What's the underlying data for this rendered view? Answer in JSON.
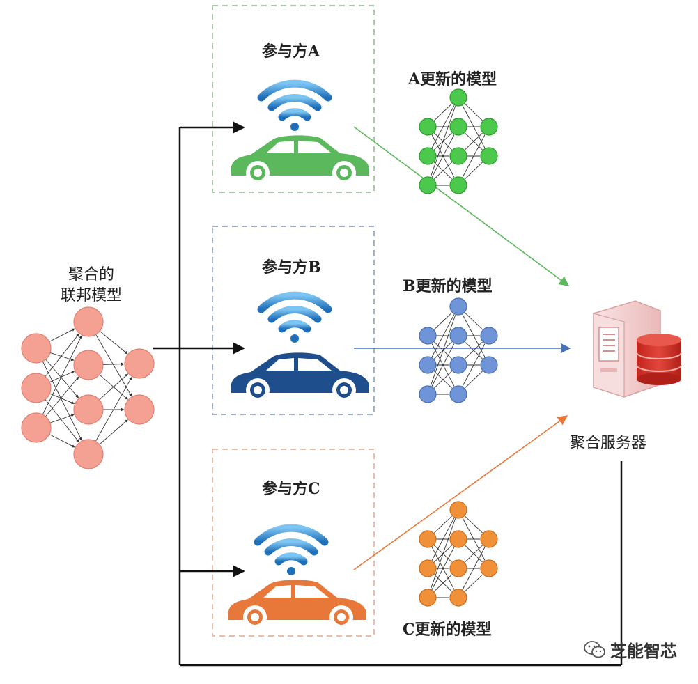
{
  "labels": {
    "participant_a": "参与方A",
    "participant_b": "参与方B",
    "participant_c": "参与方C",
    "model_a": "A更新的模型",
    "model_b": "B更新的模型",
    "model_c": "C更新的模型",
    "global_model_line1": "聚合的",
    "global_model_line2": "联邦模型",
    "server": "聚合服务器"
  },
  "watermark": {
    "text": "芝能智芯",
    "icon": "wechat-icon"
  },
  "colors": {
    "car_a": "#5cb85c",
    "car_b": "#1f4e8c",
    "car_c": "#e8783a",
    "wifi": "#2b8fd6",
    "nn_red": "#f4a193",
    "nn_green": "#4cc94c",
    "nn_blue": "#6f95d8",
    "nn_orange": "#f0913a",
    "arrow_a": "#5cb85c",
    "arrow_b": "#4a73b8",
    "arrow_c": "#e8783a",
    "server_body": "#f6d7d7",
    "server_db": "#d9342b",
    "box_a": "#8fb88f",
    "box_b": "#7f95b8",
    "box_c": "#e8a88a"
  }
}
